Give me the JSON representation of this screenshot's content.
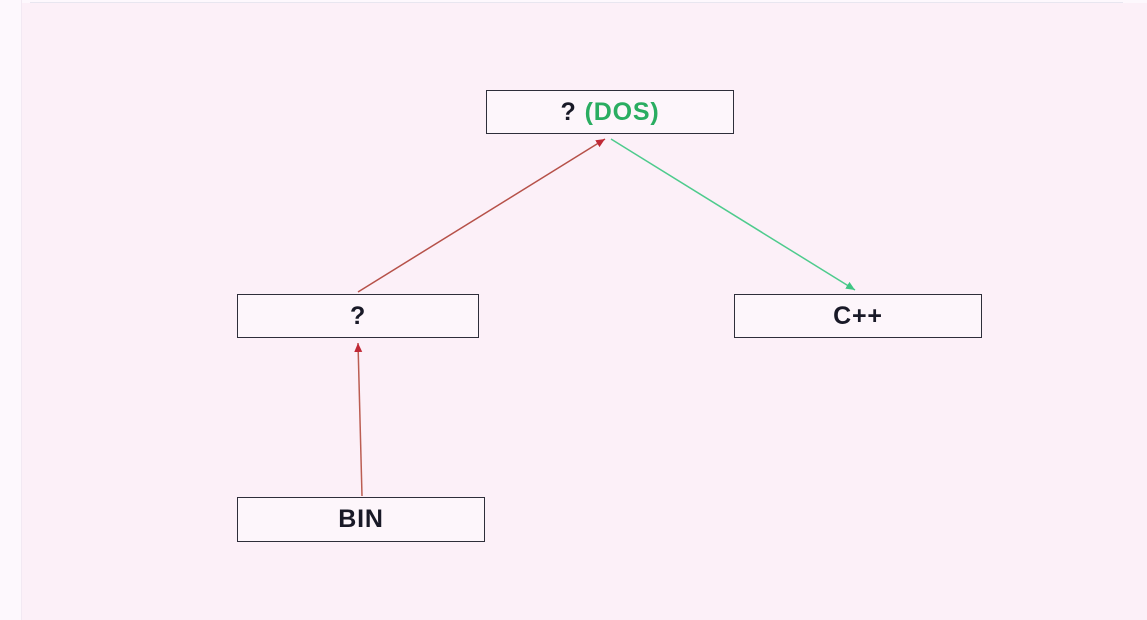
{
  "page": {
    "canvas_color": "#fcf0f8",
    "gutter_color": "#fdf8fd",
    "box_fill_color": "#fdf6fb",
    "box_border_color": "#2e2e3a",
    "text_color": "#191927"
  },
  "diagram": {
    "nodes": [
      {
        "id": "dos",
        "label": "? (DOS)",
        "label_question": "?",
        "label_dos": "(DOS)",
        "dos_text_color": "#2aad61"
      },
      {
        "id": "question",
        "label": "?"
      },
      {
        "id": "cpp",
        "label": "C++"
      },
      {
        "id": "bin",
        "label": "BIN"
      }
    ],
    "edges": [
      {
        "from": "?",
        "to": "? (DOS)",
        "color": "#b65149",
        "head_color": "#c02936"
      },
      {
        "from": "? (DOS)",
        "to": "C++",
        "color": "#4ecb8d",
        "head_color": "#3fc684"
      },
      {
        "from": "BIN",
        "to": "?",
        "color": "#bb5d52",
        "head_color": "#c02936"
      }
    ]
  }
}
